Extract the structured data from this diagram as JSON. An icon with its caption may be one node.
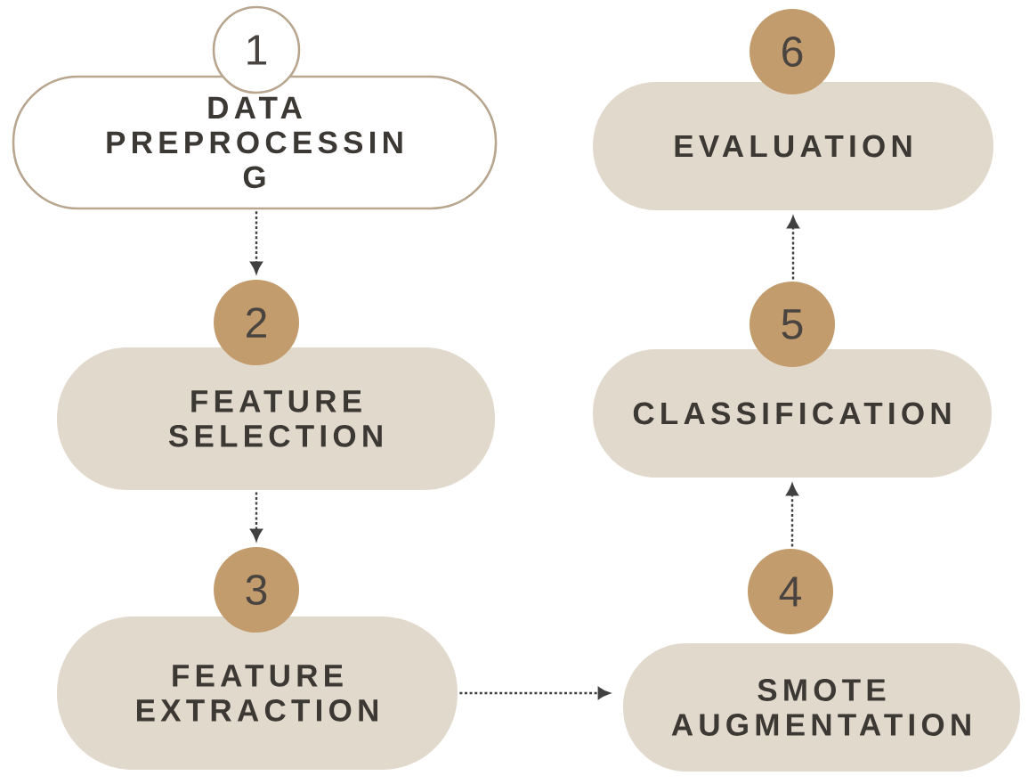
{
  "diagram": {
    "nodes": [
      {
        "text": [
          "1"
        ]
      },
      {
        "text": [
          "DATA PREPROCESSIN G"
        ]
      },
      {
        "text": [
          "2"
        ]
      },
      {
        "text": [
          "FEATURE SELECTION"
        ]
      },
      {
        "text": [
          "3"
        ]
      },
      {
        "text": [
          "FEATURE EXTRACTION"
        ]
      },
      {
        "text": [
          "4"
        ]
      },
      {
        "text": [
          "SMOTE AUGMENTATION"
        ]
      },
      {
        "text": [
          "5"
        ]
      },
      {
        "text": [
          "CLASSIFICATION"
        ]
      },
      {
        "text": [
          "6"
        ]
      },
      {
        "text": [
          "EVALUATION"
        ]
      }
    ],
    "edges": [
      {
        "from": 1,
        "to": 2,
        "arrow": "to",
        "style": "dashed"
      },
      {
        "from": 3,
        "to": 4,
        "arrow": "to",
        "style": "dashed"
      },
      {
        "from": 5,
        "to": 7,
        "arrow": "to",
        "style": "dashed"
      },
      {
        "from": 6,
        "to": 9,
        "arrow": "to",
        "style": "dashed"
      },
      {
        "from": 8,
        "to": 11,
        "arrow": "to",
        "style": "dashed"
      }
    ]
  }
}
